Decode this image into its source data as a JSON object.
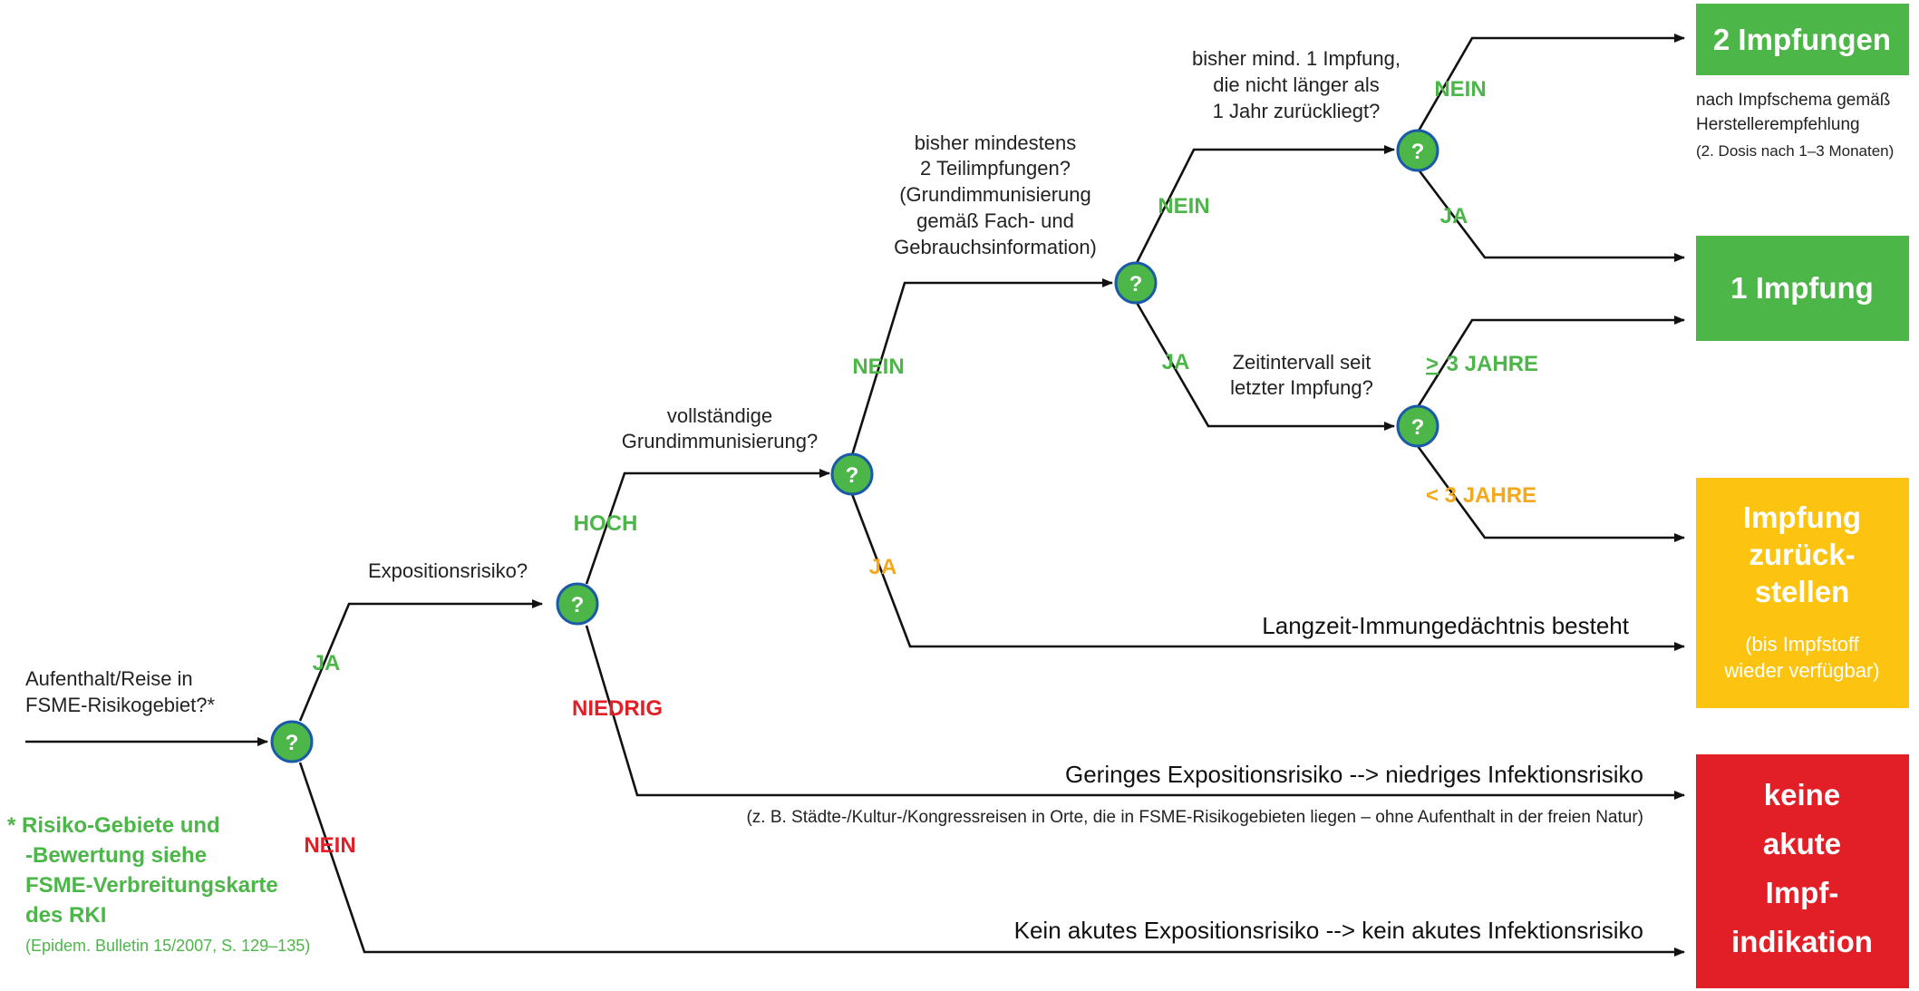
{
  "questions": {
    "residence_line1": "Aufenthalt/Reise in",
    "residence_line2": "FSME-Risikogebiet?*",
    "exposure": "Expositionsrisiko?",
    "full_immunization_line1": "vollständige",
    "full_immunization_line2": "Grundimmunisierung?",
    "partial_line1": "bisher mindestens",
    "partial_line2": "2 Teilimpfungen?",
    "partial_line3": "(Grundimmunisierung",
    "partial_line4": "gemäß Fach- und",
    "partial_line5": "Gebrauchsinformation)",
    "recent_line1": "bisher mind. 1 Impfung,",
    "recent_line2": "die nicht länger als",
    "recent_line3": "1 Jahr zurückliegt?",
    "interval_line1": "Zeitintervall seit",
    "interval_line2": "letzter Impfung?"
  },
  "node_symbol": "?",
  "branches": {
    "ja": "JA",
    "nein": "NEIN",
    "hoch": "HOCH",
    "niedrig": "NIEDRIG",
    "ge3_symbol": ">",
    "ge3_rest": " 3 JAHRE",
    "lt3": "< 3 JAHRE"
  },
  "outcomes": {
    "langzeit": "Langzeit-Immungedächtnis besteht",
    "gering": "Geringes Expositionsrisiko --> niedriges Infektionsrisiko",
    "gering_note": "(z. B. Städte-/Kultur-/Kongressreisen in Orte, die in FSME-Risikogebieten liegen – ohne Aufenthalt in der freien Natur)",
    "kein": "Kein akutes Expositionsrisiko --> kein akutes Infektionsrisiko"
  },
  "boxes": {
    "two_title": "2 Impfungen",
    "two_note1": "nach Impfschema gemäß",
    "two_note2": "Herstellerempfehlung",
    "two_note3": "(2. Dosis nach 1–3 Monaten)",
    "one_title": "1 Impfung",
    "defer_line1": "Impfung",
    "defer_line2": "zurück-",
    "defer_line3": "stellen",
    "defer_sub1": "(bis Impfstoff",
    "defer_sub2": "wieder verfügbar)",
    "none_line1": "keine",
    "none_line2": "akute",
    "none_line3": "Impf-",
    "none_line4": "indikation"
  },
  "footnote": {
    "star": "*",
    "line1": "Risiko-Gebiete und",
    "line2": "-Bewertung siehe",
    "line3": "FSME-Verbreitungskarte",
    "line4": "des RKI",
    "source": "(Epidem. Bulletin 15/2007, S. 129–135)"
  },
  "colors": {
    "green": "#4cb649",
    "orange": "#f5a81c",
    "yellow_box": "#fcc310",
    "red": "#e21f26",
    "node_border": "#1b5aa6"
  }
}
